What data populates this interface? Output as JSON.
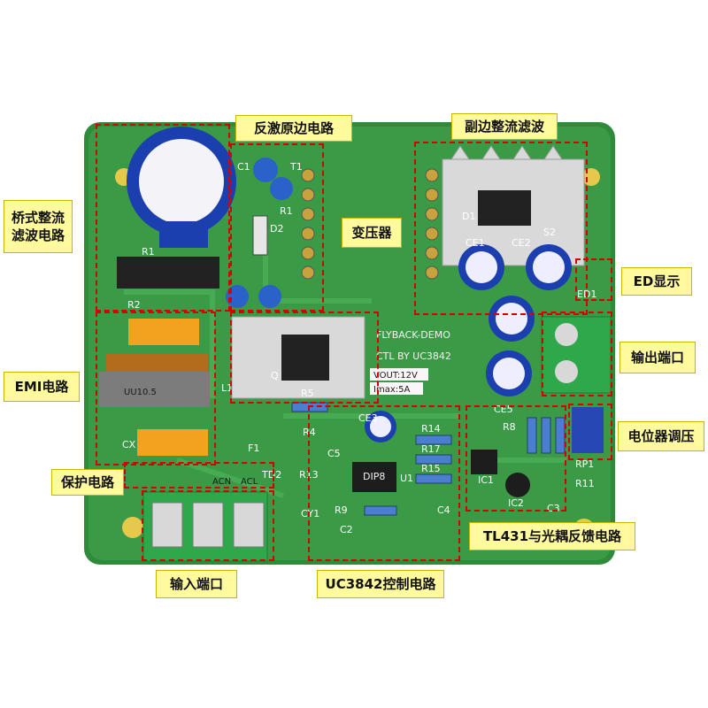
{
  "board": {
    "silkscreen": {
      "title_line1": "FLYBACK-DEMO",
      "title_line2": "CTL BY UC3842",
      "vout": "VOUT:12V",
      "imax": "Imax:5A",
      "inductor_marking": "UU10.5",
      "ic_marking": "DIP8",
      "terminal_acn": "ACN",
      "terminal_acl": "ACL"
    },
    "designators": [
      "C1",
      "T1",
      "R1",
      "D2",
      "R2",
      "R1",
      "D1",
      "CE1",
      "CE2",
      "S2",
      "ED1",
      "Q",
      "R5",
      "R4",
      "CE3",
      "C5",
      "R13",
      "R14",
      "R17",
      "R15",
      "U1",
      "R9",
      "C2",
      "C4",
      "CE5",
      "R8",
      "IC1",
      "RP1",
      "R11",
      "IC2",
      "C3",
      "L1",
      "CX",
      "F1",
      "TD2",
      "CY1"
    ]
  },
  "callouts": {
    "bridge_rectifier": "桥式整流滤波电路",
    "flyback_primary": "反激原边电路",
    "secondary_filter": "副边整流滤波",
    "transformer": "变压器",
    "led_display": "ED显示",
    "output_port": "输出端口",
    "emi": "EMI电路",
    "potentiometer": "电位器调压",
    "protection": "保护电路",
    "feedback": "TL431与光耦反馈电路",
    "input_port": "输入端口",
    "uc3842_control": "UC3842控制电路"
  }
}
